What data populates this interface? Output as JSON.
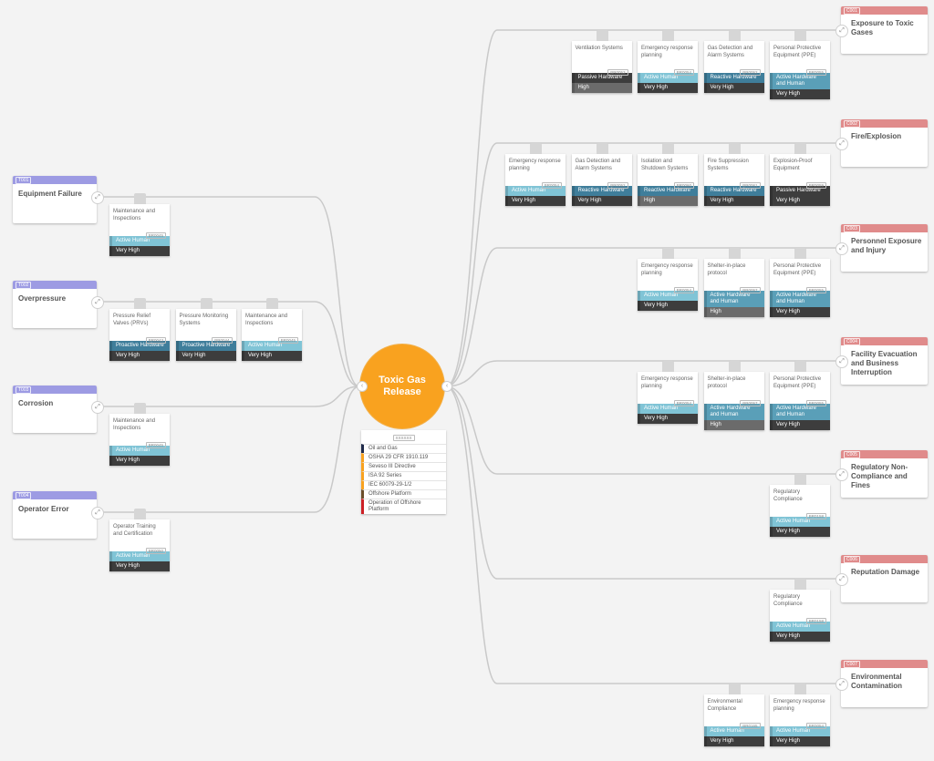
{
  "hub": {
    "title": "Toxic Gas Release"
  },
  "event": {
    "code": "XXXXXX",
    "rows": [
      {
        "text": "Oil and Gas",
        "color": "#1f2a4a"
      },
      {
        "text": "OSHA 29 CFR 1910.119",
        "color": "#f9a21f"
      },
      {
        "text": "Seveso III Directive",
        "color": "#f9a21f"
      },
      {
        "text": "ISA 92 Series",
        "color": "#f9a21f"
      },
      {
        "text": "IEC 60079-29-1/2",
        "color": "#f9a21f"
      },
      {
        "text": "Offshore Platform",
        "color": "#6b4e2a"
      },
      {
        "text": "Operation of Offshore Platform",
        "color": "#cc2026"
      }
    ]
  },
  "colors": {
    "active_human": "#80c4d6",
    "proactive_hardware": "#3f7e9b",
    "reactive_hardware": "#3f7e9b",
    "active_hardware_human": "#5a9fb8",
    "very_high": "#3d3d3d",
    "high": "#6b6b6b",
    "threat_band": "#9d9be3",
    "consequence_band": "#e08b8b",
    "hub": "#f9a21f"
  },
  "threats": [
    {
      "code": "T001",
      "title": "Equipment Failure",
      "barriers": [
        {
          "name": "Maintenance and Inspections",
          "code": "BR0045",
          "type": "Active Human",
          "eff": "Very High"
        }
      ]
    },
    {
      "code": "T002",
      "title": "Overpressure",
      "barriers": [
        {
          "name": "Pressure Relief Valves (PRVs)",
          "code": "BR0043",
          "type": "Proactive Hardware",
          "eff": "Very High"
        },
        {
          "name": "Pressure Monitoring Systems",
          "code": "BR0044",
          "type": "Proactive Hardware",
          "eff": "Very High"
        },
        {
          "name": "Maintenance and Inspections",
          "code": "BR0045",
          "type": "Active Human",
          "eff": "Very High"
        }
      ]
    },
    {
      "code": "T003",
      "title": "Corrosion",
      "barriers": [
        {
          "name": "Maintenance and Inspections",
          "code": "BR0045",
          "type": "Active Human",
          "eff": "Very High"
        }
      ]
    },
    {
      "code": "T004",
      "title": "Operator Error",
      "barriers": [
        {
          "name": "Operator Training and Certification",
          "code": "BR0050",
          "type": "Active Human",
          "eff": "Very High"
        }
      ]
    }
  ],
  "consequences": [
    {
      "code": "C001",
      "title": "Exposure to Toxic Gases",
      "barriers": [
        {
          "name": "Ventilation Systems",
          "code": "BR0053",
          "type": "Passive Hardware",
          "eff": "High"
        },
        {
          "name": "Emergency response planning",
          "code": "BR0054",
          "type": "Active Human",
          "eff": "Very High"
        },
        {
          "name": "Gas Detection and Alarm Systems",
          "code": "BR0052",
          "type": "Reactive Hardware",
          "eff": "Very High"
        },
        {
          "name": "Personal Protective Equipment (PPE)",
          "code": "BR0055",
          "type": "Active Hardware and Human",
          "eff": "Very High"
        }
      ]
    },
    {
      "code": "C002",
      "title": "Fire/Explosion",
      "barriers": [
        {
          "name": "Emergency response planning",
          "code": "BR0054",
          "type": "Active Human",
          "eff": "Very High"
        },
        {
          "name": "Gas Detection and Alarm Systems",
          "code": "BR0052",
          "type": "Reactive Hardware",
          "eff": "Very High"
        },
        {
          "name": "Isolation and Shutdown Systems",
          "code": "BR0060",
          "type": "Reactive Hardware",
          "eff": "High"
        },
        {
          "name": "Fire Suppression Systems",
          "code": "BR0061",
          "type": "Reactive Hardware",
          "eff": "Very High"
        },
        {
          "name": "Explosion-Proof Equipment",
          "code": "BR0059",
          "type": "Passive Hardware",
          "eff": "Very High"
        }
      ]
    },
    {
      "code": "C003",
      "title": "Personnel Exposure and Injury",
      "barriers": [
        {
          "name": "Emergency response planning",
          "code": "BR0054",
          "type": "Active Human",
          "eff": "Very High"
        },
        {
          "name": "Shelter-in-place protocol",
          "code": "BR0057",
          "type": "Active Hardware and Human",
          "eff": "High"
        },
        {
          "name": "Personal Protective Equipment (PPE)",
          "code": "BR0055",
          "type": "Active Hardware and Human",
          "eff": "Very High"
        }
      ]
    },
    {
      "code": "C004",
      "title": "Facility Evacuation and Business Interruption",
      "barriers": [
        {
          "name": "Emergency response planning",
          "code": "BR0054",
          "type": "Active Human",
          "eff": "Very High"
        },
        {
          "name": "Shelter-in-place protocol",
          "code": "BR0057",
          "type": "Active Hardware and Human",
          "eff": "High"
        },
        {
          "name": "Personal Protective Equipment (PPE)",
          "code": "BR0055",
          "type": "Active Hardware and Human",
          "eff": "Very High"
        }
      ]
    },
    {
      "code": "C005",
      "title": "Regulatory Non-Compliance and Fines",
      "barriers": [
        {
          "name": "Regulatory Compliance",
          "code": "BR0158",
          "type": "Active Human",
          "eff": "Very High"
        }
      ]
    },
    {
      "code": "C006",
      "title": "Reputation Damage",
      "barriers": [
        {
          "name": "Regulatory Compliance",
          "code": "BR0158",
          "type": "Active Human",
          "eff": "Very High"
        }
      ]
    },
    {
      "code": "C007",
      "title": "Environmental Contamination",
      "barriers": [
        {
          "name": "Environmental Compliance",
          "code": "BR0165",
          "type": "Active Human",
          "eff": "Very High"
        },
        {
          "name": "Emergency response planning",
          "code": "BR0054",
          "type": "Active Human",
          "eff": "Very High"
        }
      ]
    }
  ]
}
